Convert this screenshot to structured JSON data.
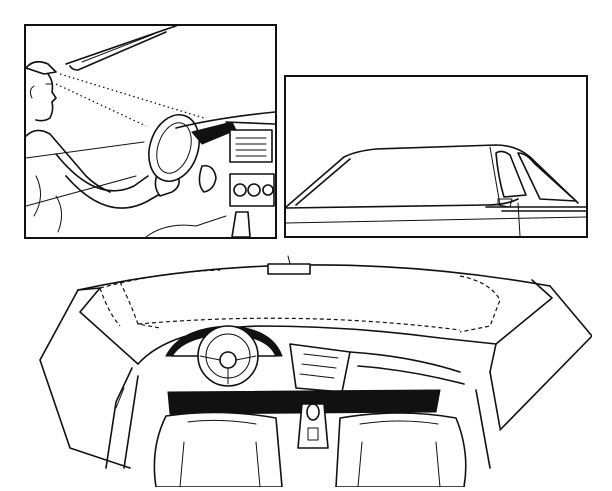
{
  "figure": {
    "panels": [
      {
        "id": "driver-view",
        "content": "driver-at-wheel-with-sightline-to-visor"
      },
      {
        "id": "car-side-view",
        "content": "sedan-windshield-and-side-windows"
      },
      {
        "id": "interior-view",
        "content": "cabin-view-with-dashed-windshield-boundary"
      }
    ],
    "line_color": "#111111",
    "fill_color": "#ffffff"
  }
}
